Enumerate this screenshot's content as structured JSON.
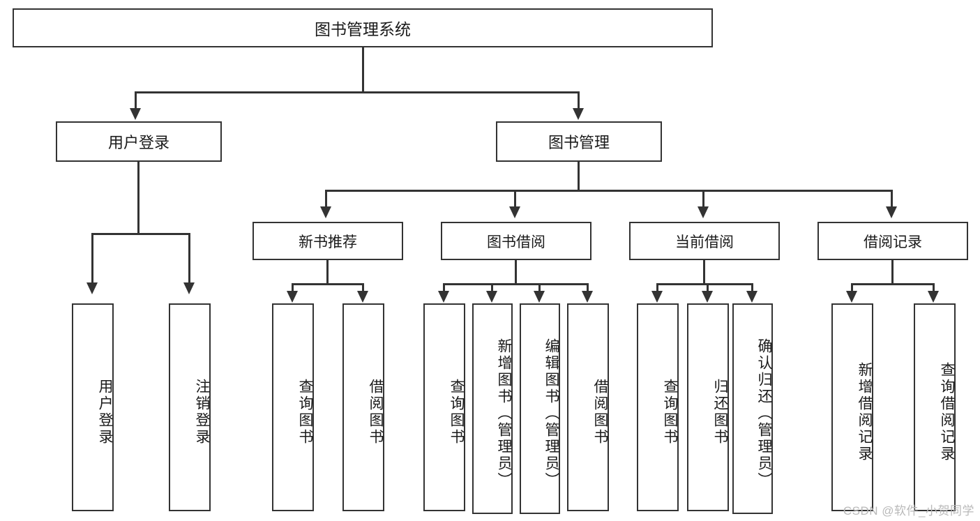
{
  "diagram": {
    "title": "图书管理系统",
    "type": "function-structure-tree",
    "colors": {
      "border": "#333333",
      "background": "#ffffff",
      "text": "#1a1a1a",
      "watermark": "#b9b9b9"
    },
    "root": {
      "label": "图书管理系统"
    },
    "level2": [
      {
        "label": "用户登录"
      },
      {
        "label": "图书管理"
      }
    ],
    "level3": [
      {
        "label": "新书推荐"
      },
      {
        "label": "图书借阅"
      },
      {
        "label": "当前借阅"
      },
      {
        "label": "借阅记录"
      }
    ],
    "leaves": {
      "user_login": [
        {
          "label": "用户登录"
        },
        {
          "label": "注销登录"
        }
      ],
      "new_book_recommend": [
        {
          "label": "查询图书"
        },
        {
          "label": "借阅图书"
        }
      ],
      "book_borrow": [
        {
          "label": "查询图书"
        },
        {
          "label": "新增图书（管理员）"
        },
        {
          "label": "编辑图书（管理员）"
        },
        {
          "label": "借阅图书"
        }
      ],
      "current_borrow": [
        {
          "label": "查询图书"
        },
        {
          "label": "归还图书"
        },
        {
          "label": "确认归还（管理员）"
        }
      ],
      "borrow_record": [
        {
          "label": "新增借阅记录"
        },
        {
          "label": "查询借阅记录"
        }
      ]
    },
    "watermark": "CSDN @软件_小贺同学"
  }
}
